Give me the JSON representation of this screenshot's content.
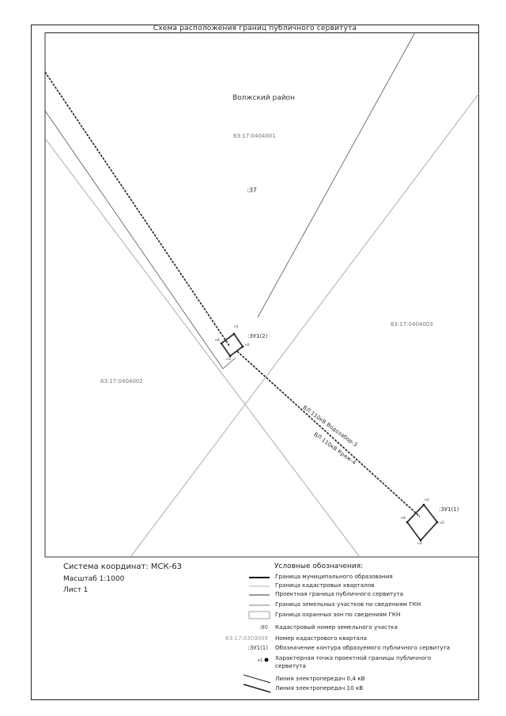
{
  "title": "Схема расположения границ публичного сервитута",
  "map": {
    "district": "Волжский район",
    "quarter_top": "63:17:0404001",
    "parcel": ":37",
    "quarter_right": "63:17:0404003",
    "quarter_left": "63:17:0404002",
    "zu1": ":ЗУ1(1)",
    "zu2": ":ЗУ1(2)",
    "line_label_1": "ВЛ 110кВ Водозабор-3",
    "line_label_2": "ВЛ 110кВ Кряж-4",
    "pts_zu2": {
      "p1": "н1",
      "p2": "н2",
      "p3": "н3",
      "p4": "н4"
    },
    "pts_zu1": {
      "p1": "н1",
      "p2": "н2",
      "p3": "н3",
      "p4": "н4"
    }
  },
  "info": {
    "crs": "Система координат: МСК-63",
    "scale": "Масштаб 1:1000",
    "sheet": "Лист 1"
  },
  "legend": {
    "title": "Условные обозначения:",
    "items": [
      {
        "text": "Граница муниципального образования"
      },
      {
        "text": "Граница кадастровых кварталов"
      },
      {
        "text": "Проектная граница публичного сервитута"
      },
      {
        "text": "Граница земельных участков по сведениям ГКН"
      },
      {
        "text": "Граница охранных зон по сведениям ГКН"
      },
      {
        "label": ":80",
        "text": "Кадастровый номер земельного участка"
      },
      {
        "label": "63:17:0303009",
        "text": "Номер кадастрового квартала"
      },
      {
        "label": ":ЗУ1(1)",
        "text": "Обозначение контура образуемого публичного сервитута"
      },
      {
        "label": "н1",
        "text": "Характерная точка проектной границы публичного сервитута"
      },
      {
        "text": "Линия электропередач 0,4 кВ"
      },
      {
        "text": "Линия электропередач 10 кВ"
      }
    ]
  }
}
